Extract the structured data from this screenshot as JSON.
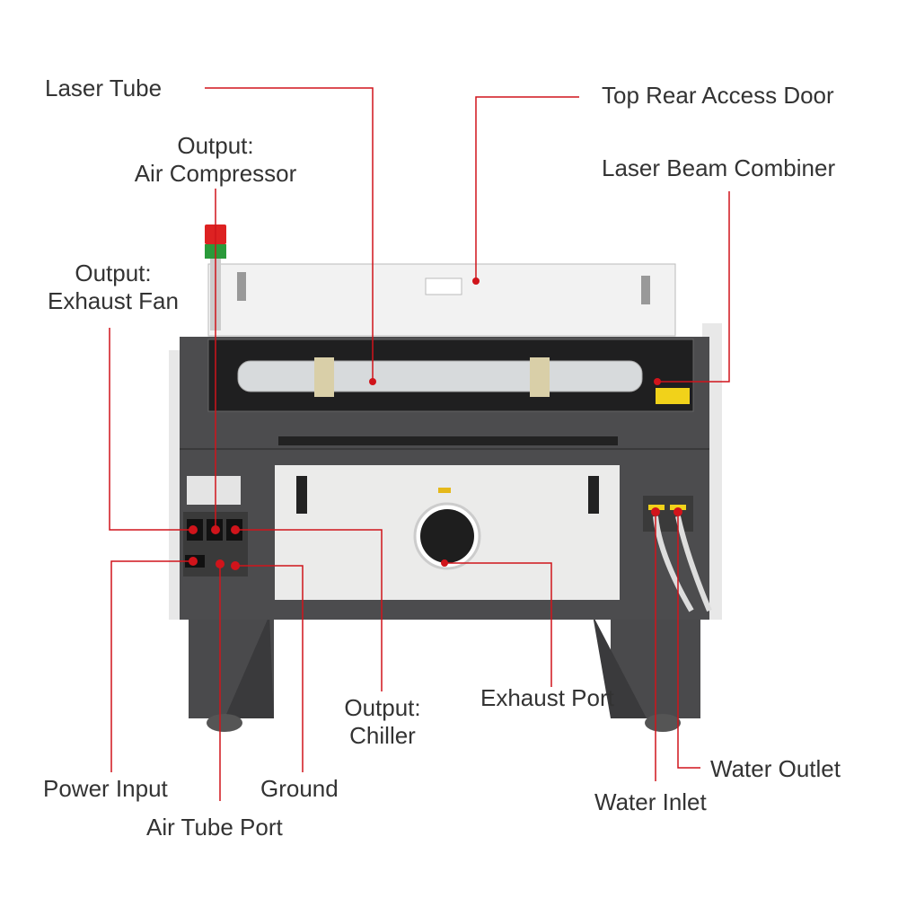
{
  "labels": {
    "laser_tube": "Laser Tube",
    "top_rear_access_door": "Top Rear Access Door",
    "output_air_compressor_1": "Output:",
    "output_air_compressor_2": "Air Compressor",
    "laser_beam_combiner": "Laser Beam Combiner",
    "output_exhaust_fan_1": "Output:",
    "output_exhaust_fan_2": "Exhaust Fan",
    "output_chiller_1": "Output:",
    "output_chiller_2": "Chiller",
    "exhaust_port": "Exhaust Port",
    "power_input": "Power Input",
    "ground": "Ground",
    "air_tube_port": "Air Tube Port",
    "water_outlet": "Water Outlet",
    "water_inlet": "Water Inlet"
  },
  "colors": {
    "leader": "#d0141b",
    "body": "#4b4b4d",
    "panel": "#eeeeec",
    "label_text": "#333333"
  }
}
